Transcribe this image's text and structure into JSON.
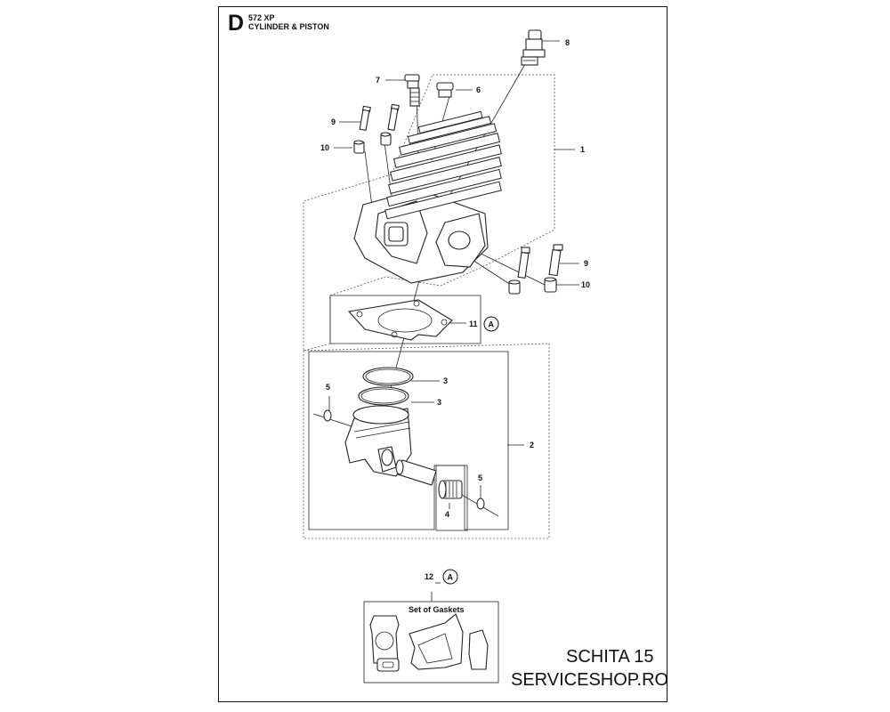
{
  "header": {
    "section_letter": "D",
    "model": "572 XP",
    "title": "CYLINDER & PISTON"
  },
  "callouts": [
    {
      "id": "c8",
      "label": "8"
    },
    {
      "id": "c7",
      "label": "7"
    },
    {
      "id": "c6",
      "label": "6"
    },
    {
      "id": "c1",
      "label": "1"
    },
    {
      "id": "c9a",
      "label": "9"
    },
    {
      "id": "c10a",
      "label": "10"
    },
    {
      "id": "c9b",
      "label": "9"
    },
    {
      "id": "c10b",
      "label": "10"
    },
    {
      "id": "c11",
      "label": "11"
    },
    {
      "id": "c3a",
      "label": "3"
    },
    {
      "id": "c3b",
      "label": "3"
    },
    {
      "id": "c5a",
      "label": "5"
    },
    {
      "id": "c2",
      "label": "2"
    },
    {
      "id": "c5b",
      "label": "5"
    },
    {
      "id": "c4",
      "label": "4"
    },
    {
      "id": "c12",
      "label": "12"
    }
  ],
  "markers": {
    "gasket_marker": "A",
    "kit_marker": "A"
  },
  "kit_box_title": "Set of Gaskets",
  "footer": {
    "line1": "SCHITA 15",
    "line2": "SERVICESHOP.RO"
  }
}
